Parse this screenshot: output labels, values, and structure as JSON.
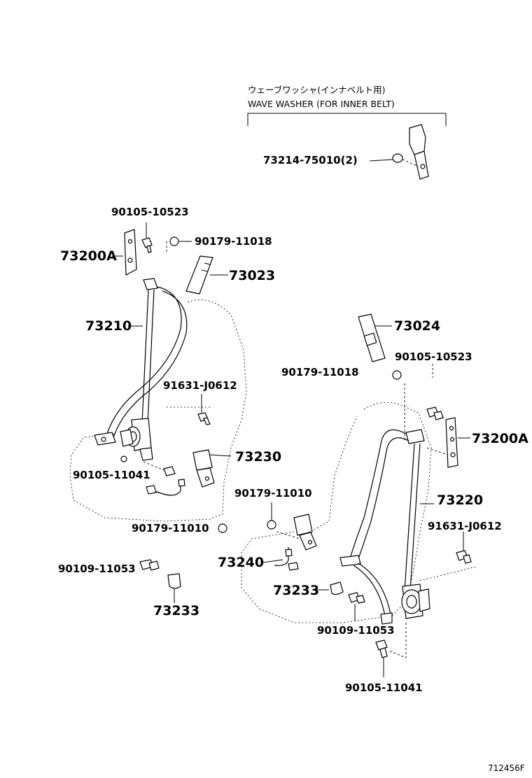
{
  "diagram": {
    "note": {
      "japanese": "ウェーブワッシャ(インナベルト用)",
      "english": "WAVE WASHER (FOR INNER BELT)"
    },
    "parts": {
      "p73214": "73214-75010(2)",
      "p90105_10523_left": "90105-10523",
      "p90179_11018_left": "90179-11018",
      "p73200A_left": "73200A",
      "p73023": "73023",
      "p73210": "73210",
      "p91631_J0612_left": "91631-J0612",
      "p73230": "73230",
      "p90105_11041_left": "90105-11041",
      "p90179_11010_left": "90179-11010",
      "p90109_11053_left": "90109-11053",
      "p73233_left": "73233",
      "p73024": "73024",
      "p90105_10523_right": "90105-10523",
      "p90179_11018_right": "90179-11018",
      "p73200A_right": "73200A",
      "p90179_11010_right": "90179-11010",
      "p73220": "73220",
      "p91631_J0612_right": "91631-J0612",
      "p73240": "73240",
      "p73233_right": "73233",
      "p90109_11053_right": "90109-11053",
      "p90105_11041_right": "90105-11041"
    },
    "ref_code": "712456F"
  }
}
